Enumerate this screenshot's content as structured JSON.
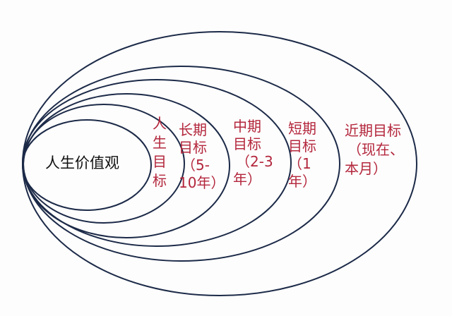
{
  "colors": {
    "ring": "#1c2a48",
    "label": "#b3263c",
    "core": "#111111"
  },
  "diagram": {
    "core": "人生价值观",
    "rings": [
      {
        "lines": [
          "人",
          "生",
          "目",
          "标"
        ]
      },
      {
        "lines": [
          "长期",
          "目标",
          "（5-",
          "10年）"
        ]
      },
      {
        "lines": [
          "中期",
          "目标",
          "（2-3",
          "年）"
        ]
      },
      {
        "lines": [
          "短期",
          "目标",
          "（1",
          "年）"
        ]
      },
      {
        "lines": [
          "近期目标",
          "（现在、",
          "本月）"
        ]
      }
    ]
  }
}
